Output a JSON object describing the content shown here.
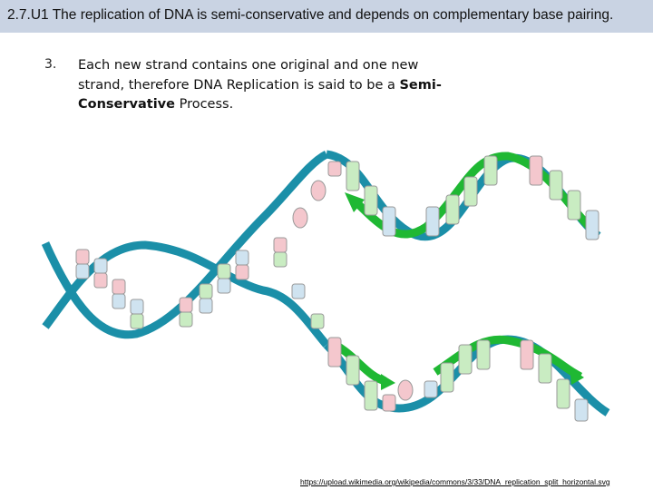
{
  "slide": {
    "title": "2.7.U1 The replication of DNA is semi-conservative and depends on complementary base pairing."
  },
  "point": {
    "number": "3.",
    "text_plain": "Each new strand contains one original and one new strand, therefore DNA Replication is said to be a ",
    "text_bold1": "Semi-Conservative",
    "text_plain2": " Process."
  },
  "figure": {
    "source_url": "https://upload.wikimedia.org/wikipedia/commons/3/33/DNA_replication_split_horizontal.svg",
    "colors": {
      "original_strand": "#1b8fa8",
      "new_strand": "#1fb833",
      "base_pink": "#f4c7cd",
      "base_blue": "#cfe3f0",
      "base_green": "#c9ecc2"
    }
  }
}
